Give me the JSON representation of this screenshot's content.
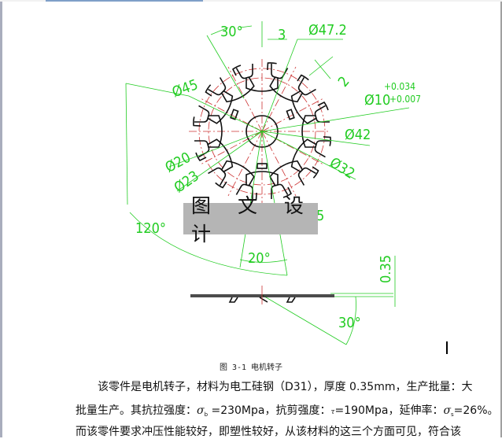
{
  "window": {
    "accent_color": "#7f9fc8"
  },
  "figure": {
    "watermark": "图 文 设 计",
    "caption": "图 3-1 电机转子",
    "dimension_color": "#22cc22",
    "centerline_color": "#cc3333",
    "outline_color": "#111111",
    "dimensions": {
      "angle_top": "30°",
      "width_3": "3",
      "dia_47_2": "Ø47.2",
      "dia_45": "Ø45",
      "gap_2": "2",
      "dia_10": "Ø10",
      "tol_upper": "+0.034",
      "tol_lower": "+0.007",
      "dia_42": "Ø42",
      "dia_20": "Ø20",
      "dia_32": "Ø32",
      "dia_23": "Ø23",
      "angle_120": "120°",
      "partial_5": "5",
      "angle_20": "20°",
      "thickness": "0.35",
      "angle_30_bottom": "30°"
    }
  },
  "body_text": {
    "p1": "该零件是电机转子，材料为电工硅钢（D31），厚度 0.35mm，生产批量：大",
    "p2_a": "批量生产。其抗拉强度：",
    "p2_sigma_b": "σ",
    "p2_sigma_b_sub": "b",
    "p2_b": " =230Mpa，抗剪强度：",
    "p2_tau": "τ",
    "p2_c": "=190Mpa，延伸率：",
    "p2_sigma_s": "σ",
    "p2_sigma_s_sub": "s",
    "p2_d": "=26%。",
    "p3": "而该零件要求冲压性能较好，即塑性较好，从该材料的这三个方面可见，符合该"
  }
}
